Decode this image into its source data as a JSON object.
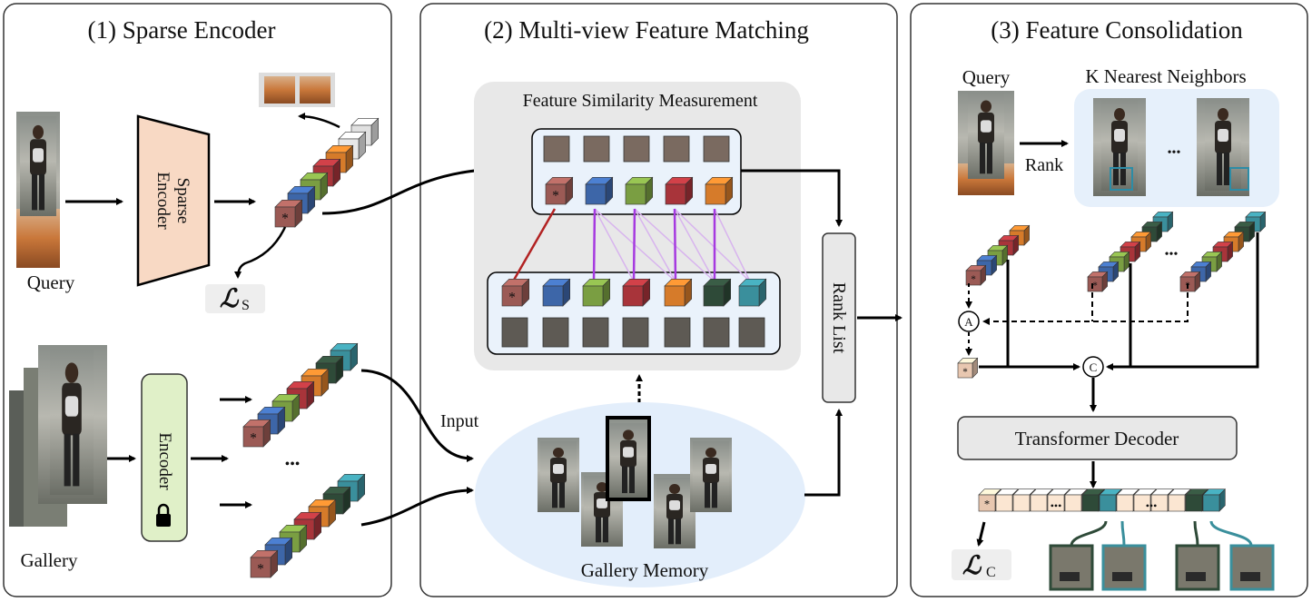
{
  "panels": {
    "p1": {
      "title": "(1) Sparse Encoder"
    },
    "p2": {
      "title": "(2)  Multi-view Feature Matching"
    },
    "p3": {
      "title": "(3) Feature Consolidation"
    }
  },
  "labels": {
    "query": "Query",
    "gallery": "Gallery",
    "sparse_encoder_line1": "Sparse",
    "sparse_encoder_line2": "Encoder",
    "encoder": "Encoder",
    "loss_s_symbol": "ℒ",
    "loss_s_sub": "S",
    "loss_c_symbol": "ℒ",
    "loss_c_sub": "C",
    "star": "*",
    "ellipsis": "•••",
    "input": "Input",
    "feature_similarity": "Feature Similarity Measurement",
    "gallery_memory": "Gallery Memory",
    "rank_list": "Rank List",
    "query3": "Query",
    "knn": "K Nearest Neighbors",
    "rank": "Rank",
    "node_a": "A",
    "node_c": "C",
    "transformer_decoder": "Transformer Decoder",
    "dots_small": "•••"
  },
  "colors": {
    "brown": "#9b5a55",
    "blue": "#3d66a8",
    "green": "#7a9e42",
    "red": "#a8343a",
    "orange": "#d67b2a",
    "darkgreen": "#2e4a38",
    "teal": "#3a8f9c",
    "encoder_fill": "#f8d9c4",
    "frozen_fill": "#e0f0c8",
    "panel_gray": "#e8e8e8",
    "memory_blue": "#e3eefb",
    "knn_blue": "#e6f0fb"
  }
}
